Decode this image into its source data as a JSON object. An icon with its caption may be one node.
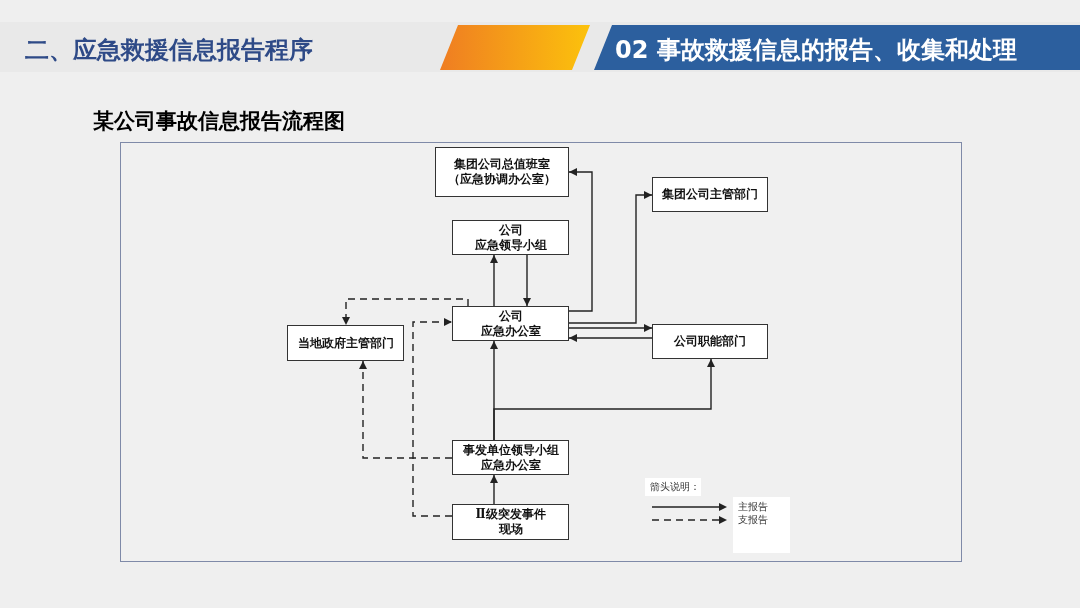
{
  "diagram": {
    "title": "某公司事故信息报告流程图",
    "nodes": [
      {
        "text": [
          "集团公司总值班室",
          "（应急协调办公室）"
        ]
      },
      {
        "text": [
          "集团公司主管部门"
        ]
      },
      {
        "text": [
          "公司",
          "应急领导小组"
        ]
      },
      {
        "text": [
          "当地政府主管部门"
        ]
      },
      {
        "text": [
          "公司",
          "应急办公室"
        ]
      },
      {
        "text": [
          "公司职能部门"
        ]
      },
      {
        "text": [
          "事发单位领导小组",
          "应急办公室"
        ]
      },
      {
        "text": [
          "Ⅱ级突发事件",
          "现场"
        ]
      }
    ],
    "edges": [
      {
        "from": 4,
        "to": 0,
        "arrow": "to"
      },
      {
        "from": 4,
        "to": 1,
        "arrow": "to"
      },
      {
        "from": 4,
        "to": 5,
        "arrow": "to"
      },
      {
        "from": 5,
        "to": 4,
        "arrow": "to"
      },
      {
        "from": 4,
        "to": 2,
        "arrow": "to"
      },
      {
        "from": 2,
        "to": 4,
        "arrow": "to"
      },
      {
        "from": 6,
        "to": 4,
        "arrow": "to"
      },
      {
        "from": 6,
        "to": 5,
        "arrow": "to"
      },
      {
        "from": 7,
        "to": 6,
        "arrow": "to"
      },
      {
        "from": 4,
        "to": 3,
        "arrow": "to",
        "style": "dashed"
      },
      {
        "from": 7,
        "to": 4,
        "arrow": "to",
        "style": "dashed"
      },
      {
        "from": 6,
        "to": 3,
        "arrow": "to",
        "style": "dashed"
      }
    ],
    "labels": [
      "二、应急救援信息报告程序",
      "02 事故救援信息的报告、收集和处理",
      "箭头说明："
    ],
    "legend": [
      {
        "text": "主报告"
      },
      {
        "text": "支报告"
      }
    ]
  }
}
